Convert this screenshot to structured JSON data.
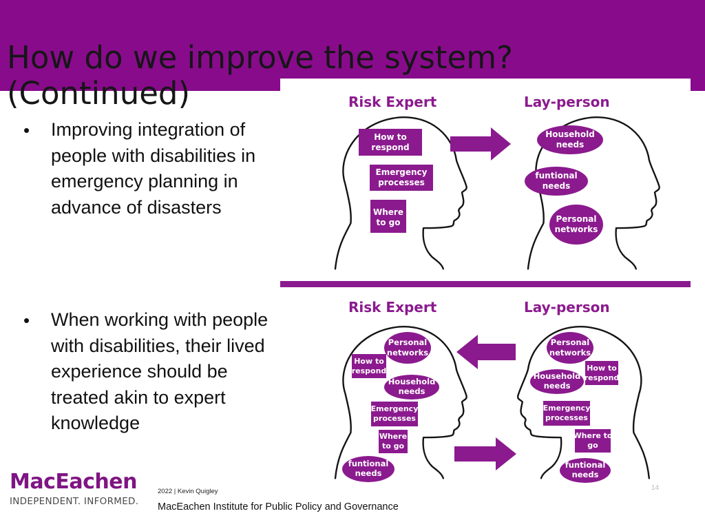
{
  "slide": {
    "title": "How do we improve the system? (Continued)",
    "bullets": [
      {
        "marker": "•",
        "text": "Improving integration of people with disabilities in emergency planning in advance of disasters"
      },
      {
        "marker": "•",
        "text": "When working with people with disabilities, their lived experience should be treated akin to expert knowledge"
      }
    ]
  },
  "figure": {
    "top": {
      "left_label": "Risk Expert",
      "right_label": "Lay-person",
      "arrow_direction": "right",
      "expert_items": [
        "How to respond",
        "Emergency processes",
        "Where to go"
      ],
      "layperson_items": [
        "Household needs",
        "funtional needs",
        "Personal networks"
      ]
    },
    "bottom": {
      "left_label": "Risk Expert",
      "right_label": "Lay-person",
      "arrow_directions": [
        "left",
        "right"
      ],
      "expert_items": [
        "Personal networks",
        "How to respond",
        "Household needs",
        "Emergency processes",
        "Where to go",
        "funtional needs"
      ],
      "layperson_items": [
        "Personal networks",
        "How to respond",
        "Household needs",
        "Emergency processes",
        "Where to go",
        "funtional needs"
      ]
    },
    "colors": {
      "accent": "#8b1a8e",
      "divider": "#8b1a8e"
    }
  },
  "footer": {
    "logo_name": "MacEachen",
    "logo_tagline": "INDEPENDENT. INFORMED.",
    "credit": "2022 | Kevin Quigley",
    "institute": "MacEachen Institute for Public Policy and Governance",
    "page_number": "14"
  },
  "colors": {
    "header_bar": "#880b8c",
    "brand": "#7f1583"
  }
}
